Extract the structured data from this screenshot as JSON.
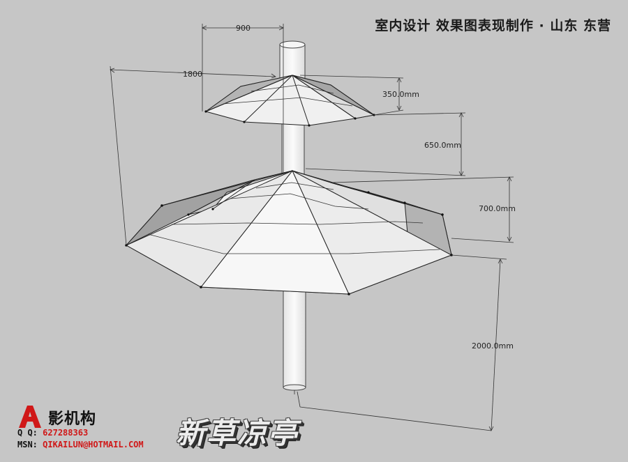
{
  "header": {
    "title": "室内设计 效果图表现制作 · 山东 东营"
  },
  "dimensions": {
    "top_diameter": "900",
    "bottom_diameter": "1800",
    "top_roof_height": "350.0mm",
    "gap_between_roofs": "650.0mm",
    "bottom_roof_height": "700.0mm",
    "column_height": "2000.0mm"
  },
  "logo": {
    "mark": "A",
    "name": "影机构",
    "qq_label": "Q Q:",
    "qq_value": "627288363",
    "msn_label": "MSN:",
    "msn_value": "QIKAILUN@HOTMAIL.COM"
  },
  "title_3d": "新草凉亭",
  "colors": {
    "background": "#c6c6c6",
    "face_light": "#f2f2f2",
    "face_mid": "#e3e3e3",
    "face_dark": "#9a9a9a",
    "logo_red": "#d01818"
  }
}
